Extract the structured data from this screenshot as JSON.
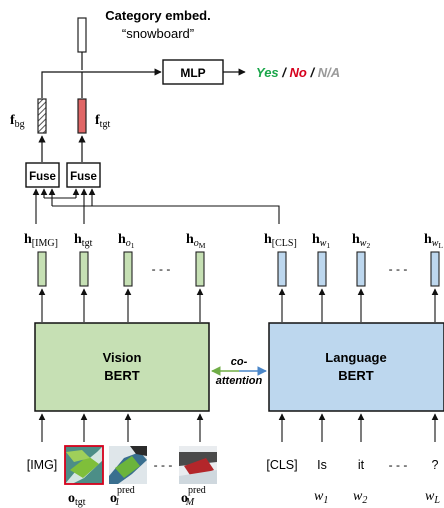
{
  "category": {
    "title": "Category embed.",
    "value": "“snowboard”"
  },
  "mlp": {
    "label": "MLP"
  },
  "answers": {
    "yes": "Yes",
    "no": "No",
    "na": "N/A",
    "sep": " / ",
    "colors": {
      "yes": "#1aa64a",
      "no": "#d6001c",
      "na": "#9a9a9a"
    }
  },
  "features": {
    "bg": {
      "base": "f",
      "sub": "bg"
    },
    "tgt": {
      "base": "f",
      "sub": "tgt"
    }
  },
  "fuse": {
    "label": "Fuse"
  },
  "vision_tokens": [
    {
      "base": "h",
      "sub": "[IMG]",
      "subtype": "roman"
    },
    {
      "base": "h",
      "sub": "tgt",
      "subtype": "roman"
    },
    {
      "base": "h",
      "sub": "o",
      "subsub": "1",
      "subtype": "italic"
    },
    {
      "base": "h",
      "sub": "o",
      "subsub": "M",
      "subtype": "italic"
    }
  ],
  "language_tokens": [
    {
      "base": "h",
      "sub": "[CLS]",
      "subtype": "roman"
    },
    {
      "base": "h",
      "sub": "w",
      "subsub": "1",
      "subtype": "italic"
    },
    {
      "base": "h",
      "sub": "w",
      "subsub": "2",
      "subtype": "italic"
    },
    {
      "base": "h",
      "sub": "w",
      "subsub": "L",
      "subtype": "italic"
    }
  ],
  "ellipsis": "- - -",
  "vision_bert": {
    "line1": "Vision",
    "line2": "BERT"
  },
  "language_bert": {
    "line1": "Language",
    "line2": "BERT"
  },
  "coattention": {
    "line1": "co-",
    "line2": "attention"
  },
  "vision_inputs": {
    "img_token": "[IMG]"
  },
  "vision_input_labels": [
    {
      "base": "o",
      "sub": "tgt"
    },
    {
      "base": "o",
      "sub": "1",
      "sup": "pred"
    },
    {
      "base": "o",
      "sub": "M",
      "sup": "pred"
    }
  ],
  "language_inputs": {
    "cls": "[CLS]",
    "w1": "Is",
    "w2": "it",
    "wl": "?"
  },
  "language_input_labels": [
    {
      "base": "w",
      "sub": "1"
    },
    {
      "base": "w",
      "sub": "2"
    },
    {
      "base": "w",
      "sub": "L"
    }
  ],
  "colors": {
    "vision_fill": "#c6e0b4",
    "vision_stroke": "#111111",
    "language_fill": "#bdd7ee",
    "language_stroke": "#111111",
    "tgt_feature_fill": "#e06666",
    "coattn_arrow": "#4a86c8",
    "coattn_arrow_left": "#70ad47"
  }
}
